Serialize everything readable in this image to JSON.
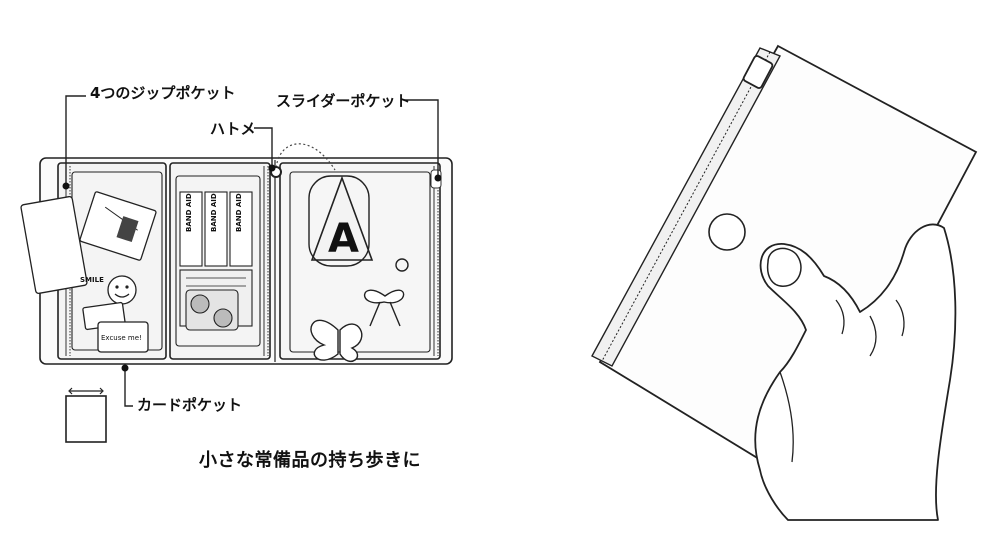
{
  "callouts": {
    "zip_pockets": "4つのジップポケット",
    "slider_pocket": "スライダーポケット",
    "grommet": "ハトメ",
    "card_pocket": "カードポケット"
  },
  "caption": "小さな常備品の持ち歩きに",
  "contents": {
    "bandage_brand": "BAND AID",
    "badge_letter": "A",
    "sticker_text": "Excuse me!",
    "card_text": "SMILE"
  }
}
